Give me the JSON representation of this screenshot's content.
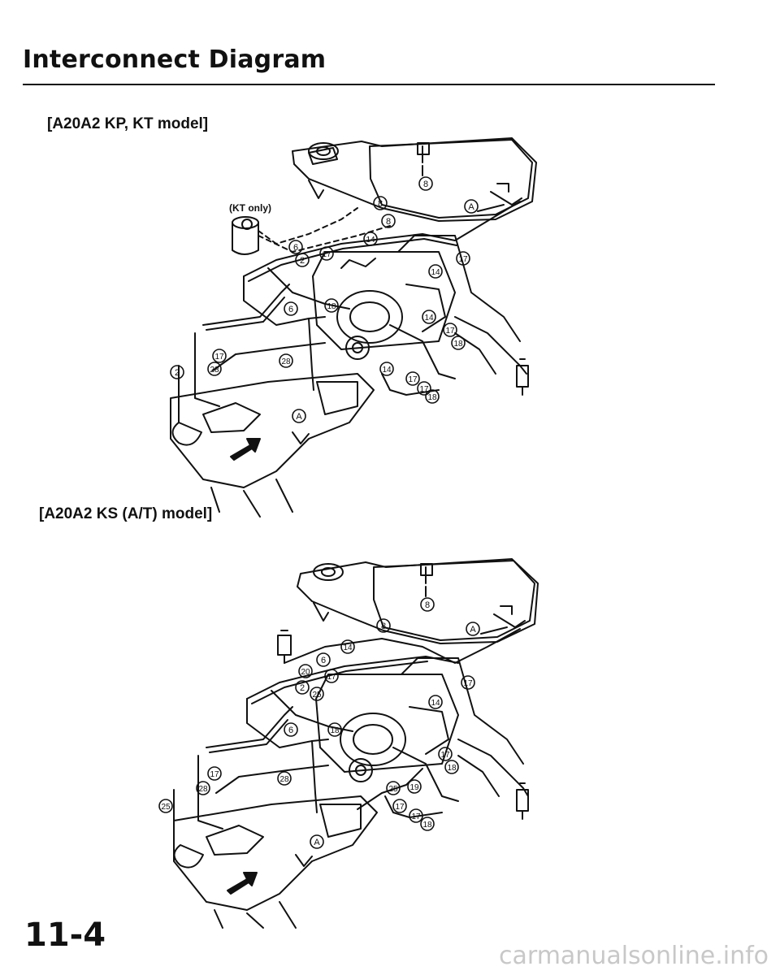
{
  "page": {
    "title": "Interconnect Diagram",
    "page_number": "11-4",
    "watermark": "carmanualsonline.info"
  },
  "diagram_top": {
    "label": "[A20A2 KP, KT model]",
    "note": "(KT only)",
    "callouts": [
      "8",
      "8",
      "8",
      "A",
      "6",
      "2",
      "17",
      "14",
      "14",
      "17",
      "6",
      "18",
      "14",
      "17",
      "18",
      "28",
      "17",
      "28",
      "2",
      "14",
      "17",
      "17",
      "18",
      "A"
    ]
  },
  "diagram_bottom": {
    "label": "[A20A2 KS (A/T) model]",
    "callouts": [
      "8",
      "8",
      "A",
      "14",
      "6",
      "20",
      "17",
      "2",
      "25",
      "17",
      "14",
      "18",
      "6",
      "28",
      "17",
      "28",
      "25",
      "25",
      "19",
      "17",
      "17",
      "18",
      "17",
      "18",
      "A"
    ]
  }
}
